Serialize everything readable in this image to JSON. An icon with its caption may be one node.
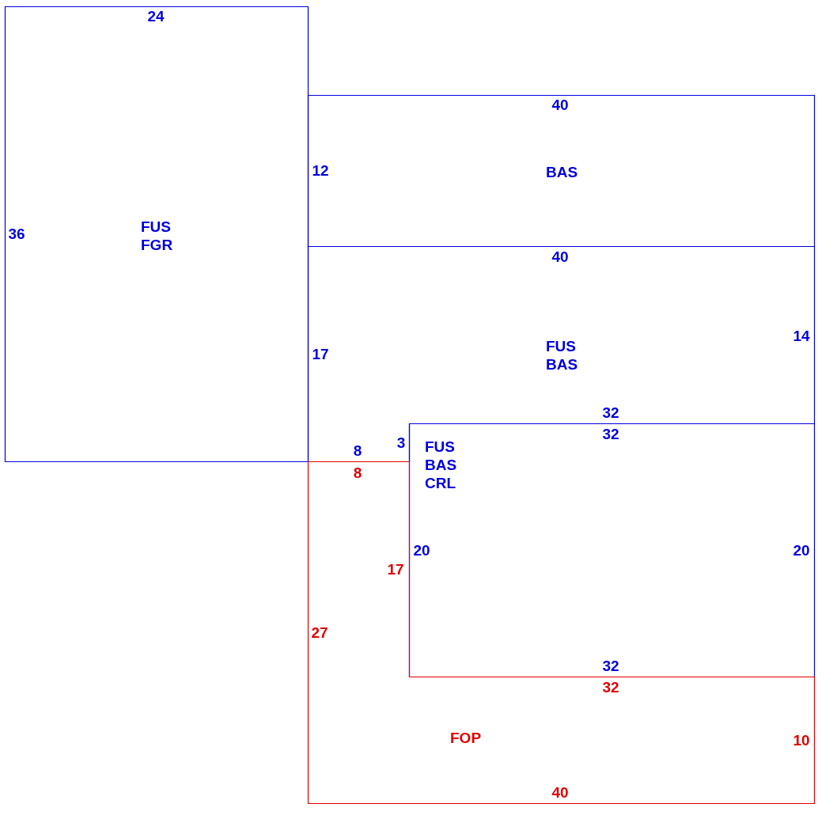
{
  "diagram": {
    "nodes": [
      {
        "text": [
          "24",
          "36",
          "FUS FGR"
        ]
      },
      {
        "text": [
          "40",
          "12",
          "BAS"
        ]
      },
      {
        "text": [
          "40",
          "14",
          "FUS BAS",
          "17",
          "32",
          "3",
          "8"
        ]
      },
      {
        "text": [
          "32",
          "FUS BAS CRL",
          "20",
          "20",
          "32"
        ]
      },
      {
        "text": [
          "8",
          "17",
          "27",
          "32",
          "FOP",
          "10",
          "40"
        ]
      }
    ]
  }
}
